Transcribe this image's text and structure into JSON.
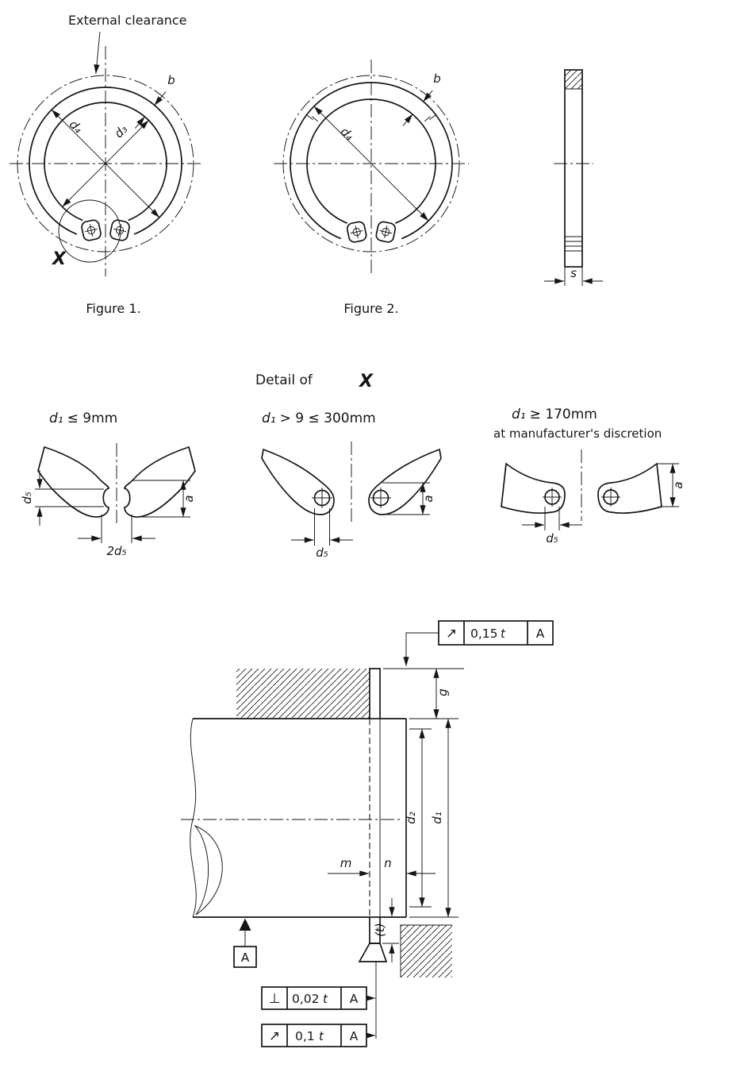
{
  "page": {
    "background": "#ffffff",
    "ink": "#151515"
  },
  "figure1": {
    "caption": "Figure 1.",
    "external_clearance_label": "External clearance",
    "detail_marker": "X",
    "dims": {
      "d4": "d₄",
      "d3": "d₃",
      "b": "b"
    }
  },
  "figure2": {
    "caption": "Figure 2.",
    "dims": {
      "d4": "d₄",
      "b": "b"
    }
  },
  "side_view": {
    "dims": {
      "s": "s"
    }
  },
  "detail_section": {
    "title": "Detail of",
    "marker": "X",
    "variants": [
      {
        "condition_var": "d₁",
        "condition_rest": "≤ 9mm",
        "dims": {
          "d5": "d₅",
          "two_d5": "2d₅",
          "a": "a"
        }
      },
      {
        "condition_var": "d₁",
        "condition_rest": "> 9 ≤ 300mm",
        "dims": {
          "d5": "d₅",
          "a": "a"
        }
      },
      {
        "condition_var": "d₁",
        "condition_rest": "≥ 170mm",
        "note": "at manufacturer's discretion",
        "dims": {
          "d5": "d₅",
          "a": "a"
        }
      }
    ]
  },
  "assembly": {
    "dims": {
      "g": "g",
      "d2": "d₂",
      "d1": "d₁",
      "m": "m",
      "n": "n",
      "t": "(t)"
    },
    "datum_label": "A",
    "tolerance_frames": [
      {
        "symbol_name": "circular-runout",
        "symbol": "↗",
        "value": "0,15",
        "suffix": "t",
        "datum": "A"
      },
      {
        "symbol_name": "perpendicularity",
        "symbol": "⊥",
        "value": "0,02",
        "suffix": "t",
        "datum": "A"
      },
      {
        "symbol_name": "circular-runout",
        "symbol": "↗",
        "value": "0,1",
        "suffix": "t",
        "datum": "A"
      }
    ]
  }
}
